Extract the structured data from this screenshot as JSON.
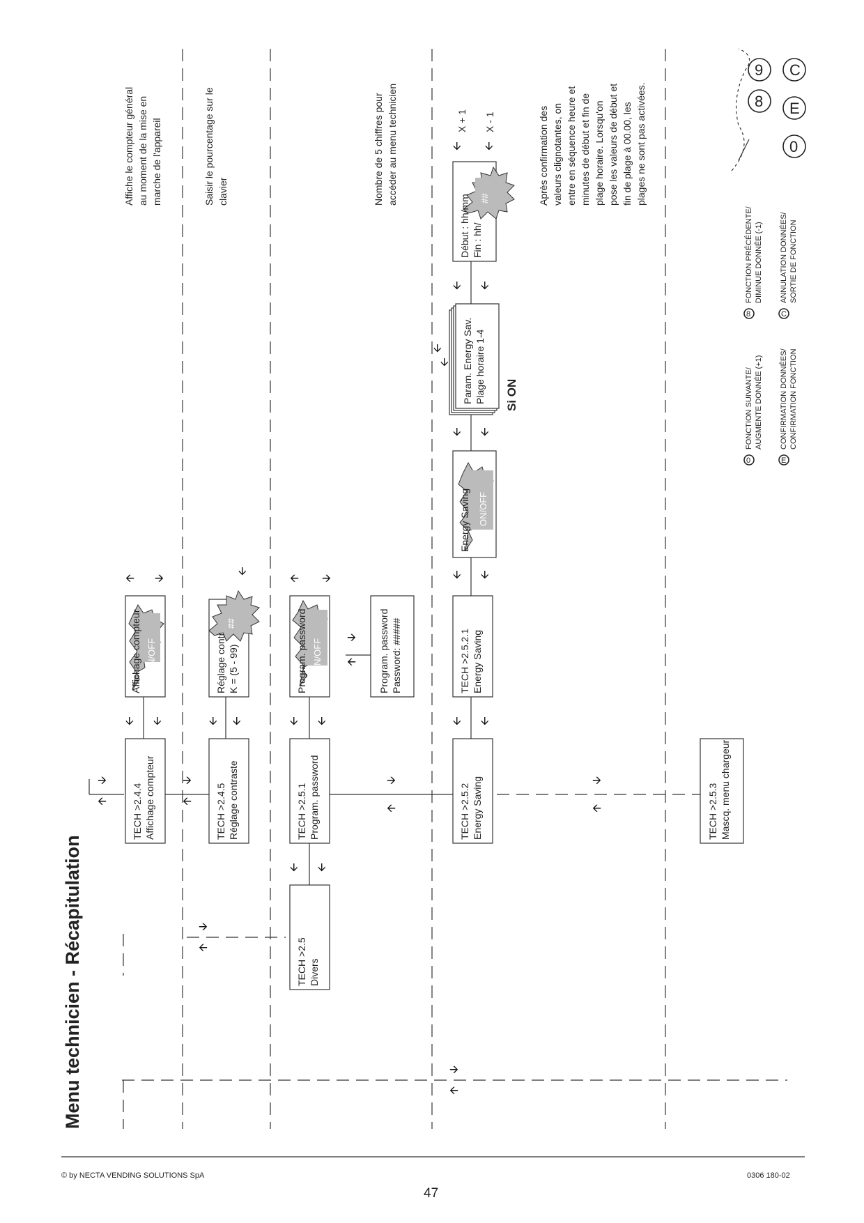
{
  "title": "Menu technicien - Récapitulation",
  "footer": {
    "copyright": "© by NECTA VENDING SOLUTIONS SpA",
    "page_number": "47",
    "doc_code": "0306 180-02"
  },
  "menu": {
    "m244": {
      "line1": "TECH >2.4.4",
      "line2": "Affichage compteur"
    },
    "m244s": {
      "line1": "Affichage compteur",
      "value": "ON/OFF"
    },
    "m245": {
      "line1": "TECH >2.4.5",
      "line2": "Réglage contraste"
    },
    "m245s": {
      "line1": "Réglage contr",
      "line2": "K = (5 - 99)",
      "value": "##"
    },
    "m25": {
      "line1": "TECH >2.5",
      "line2": "Divers"
    },
    "m251": {
      "line1": "TECH >2.5.1",
      "line2": "Program. password"
    },
    "m251s": {
      "line1": "Program. password",
      "value": "ON/OFF"
    },
    "m251p": {
      "line1": "Program. password",
      "line2": "Password: #####"
    },
    "m252": {
      "line1": "TECH >2.5.2",
      "line2": "Energy Saving"
    },
    "m2521": {
      "line1": "TECH >2.5.2.1",
      "line2": "Energy Saving"
    },
    "m2521s": {
      "line1": "Energy Saving",
      "value": "ON/OFF"
    },
    "m252p": {
      "line1": "Param. Energy Sav.",
      "line2": "Plage horaire 1-4"
    },
    "m252h": {
      "line1": "Début : hh/mm",
      "line2": "Fin : hh/",
      "value": "##"
    },
    "m253": {
      "line1": "TECH >2.5.3",
      "line2": "Mascq. menu chargeur"
    }
  },
  "labels": {
    "si_on": "Si ON",
    "x_plus": "X + 1",
    "x_minus": "X - 1"
  },
  "notes": {
    "compteur": [
      "Affiche le compteur général",
      "au moment de la mise en",
      "marche de l'appareil"
    ],
    "contraste": [
      "Saisir le pourcentage sur le",
      "clavier"
    ],
    "password": [
      "Nombre de 5 chiffres pour",
      "accéder au menu technicien"
    ],
    "energy": [
      "Après confirmation des",
      "valeurs clignotantes, on",
      "entre en séquence heure et",
      "minutes de début et fin de",
      "plage horaire. Lorsqu'on",
      "pose les valeurs de début et",
      "fin de plage à 00.00, les",
      "plages ne sont pas activées."
    ]
  },
  "legend": {
    "next": [
      "FONCTION SUIVANTE/",
      "AUGMENTE DONNÉE (+1)"
    ],
    "prev": [
      "FONCTION PRÉCÉDENTE/",
      "DIMINUE DONNÉE (-1)"
    ],
    "confirm": [
      "CONFIRMATION DONNÉES/",
      "CONFIRMATION FONCTION"
    ],
    "cancel": [
      "ANNULATION DONNÉES/",
      "SORTIE DE FONCTION"
    ],
    "icons": {
      "next": "0",
      "prev": "8",
      "confirm": "E",
      "cancel": "C",
      "key9": "9"
    }
  }
}
